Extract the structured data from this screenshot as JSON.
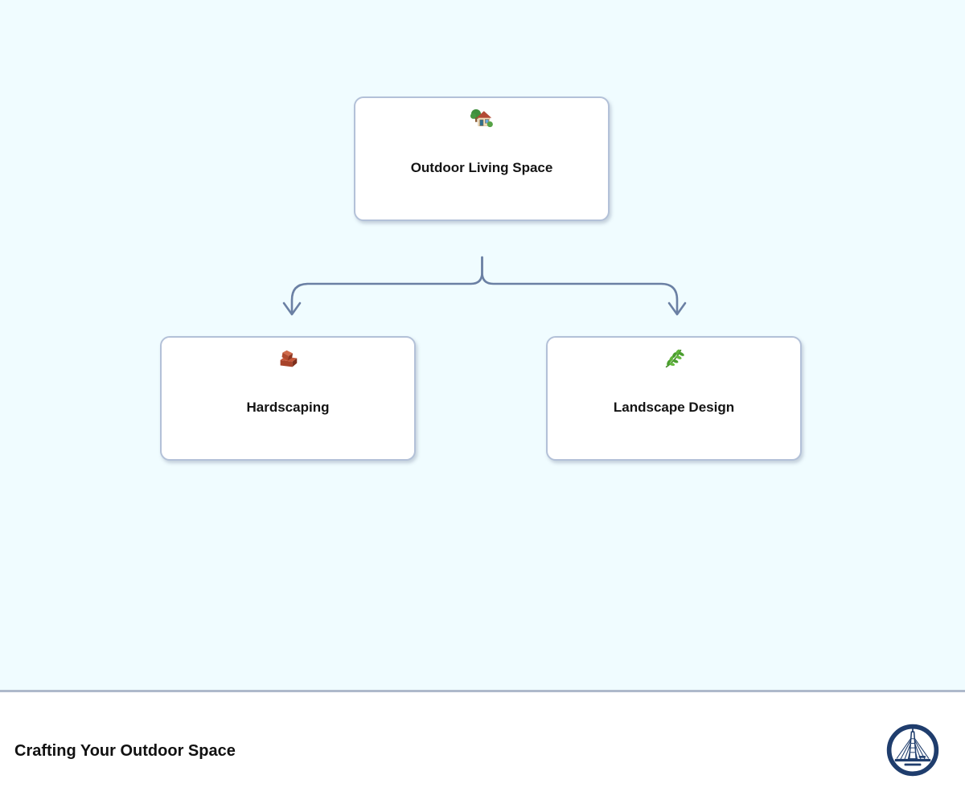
{
  "page": {
    "background_color": "#f0fcff",
    "divider_color": "#aeb9cb"
  },
  "diagram": {
    "connector_color": "#6b80a4",
    "card_border_color": "#b3c1d8",
    "card_background": "#ffffff",
    "nodes": {
      "root": {
        "label": "Outdoor Living Space",
        "icon": "house-with-garden-icon"
      },
      "children": [
        {
          "label": "Hardscaping",
          "icon": "bricks-icon"
        },
        {
          "label": "Landscape Design",
          "icon": "herb-icon"
        }
      ]
    }
  },
  "footer": {
    "title": "Crafting Your Outdoor Space",
    "background_color": "#ffffff",
    "logo": {
      "name": "bridge-logo-icon",
      "color": "#1f3d6d"
    }
  }
}
